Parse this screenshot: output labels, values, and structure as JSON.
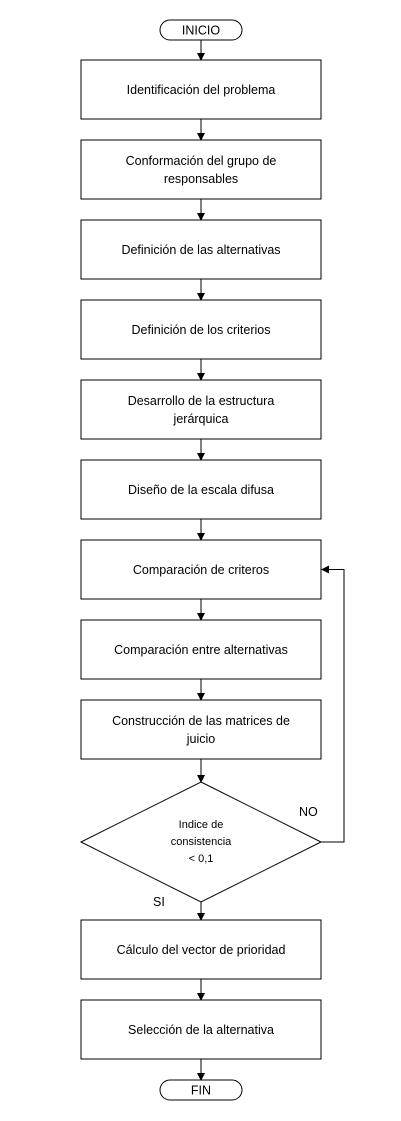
{
  "terminals": {
    "start": "INICIO",
    "end": "FIN"
  },
  "steps": [
    {
      "id": "identificacion",
      "lines": [
        "Identificación del problema"
      ]
    },
    {
      "id": "conformacion",
      "lines": [
        "Conformación del grupo de",
        "responsables"
      ]
    },
    {
      "id": "def-alternativas",
      "lines": [
        "Definición de las alternativas"
      ]
    },
    {
      "id": "def-criterios",
      "lines": [
        "Definición de los criterios"
      ]
    },
    {
      "id": "estructura",
      "lines": [
        "Desarrollo de la estructura",
        "jerárquica"
      ]
    },
    {
      "id": "escala",
      "lines": [
        "Diseño de la escala difusa"
      ]
    },
    {
      "id": "comp-criterios",
      "lines": [
        "Comparación de criteros"
      ]
    },
    {
      "id": "comp-alternativas",
      "lines": [
        "Comparación entre alternativas"
      ]
    },
    {
      "id": "matrices",
      "lines": [
        "Construcción de las matrices de",
        "juicio"
      ]
    }
  ],
  "decision": {
    "lines": [
      "Indice de",
      "consistencia",
      "< 0,1"
    ],
    "yes_label": "SI",
    "no_label": "NO"
  },
  "final_steps": [
    {
      "id": "vector",
      "lines": [
        "Cálculo del vector de prioridad"
      ]
    },
    {
      "id": "seleccion",
      "lines": [
        "Selección de la alternativa"
      ]
    }
  ]
}
